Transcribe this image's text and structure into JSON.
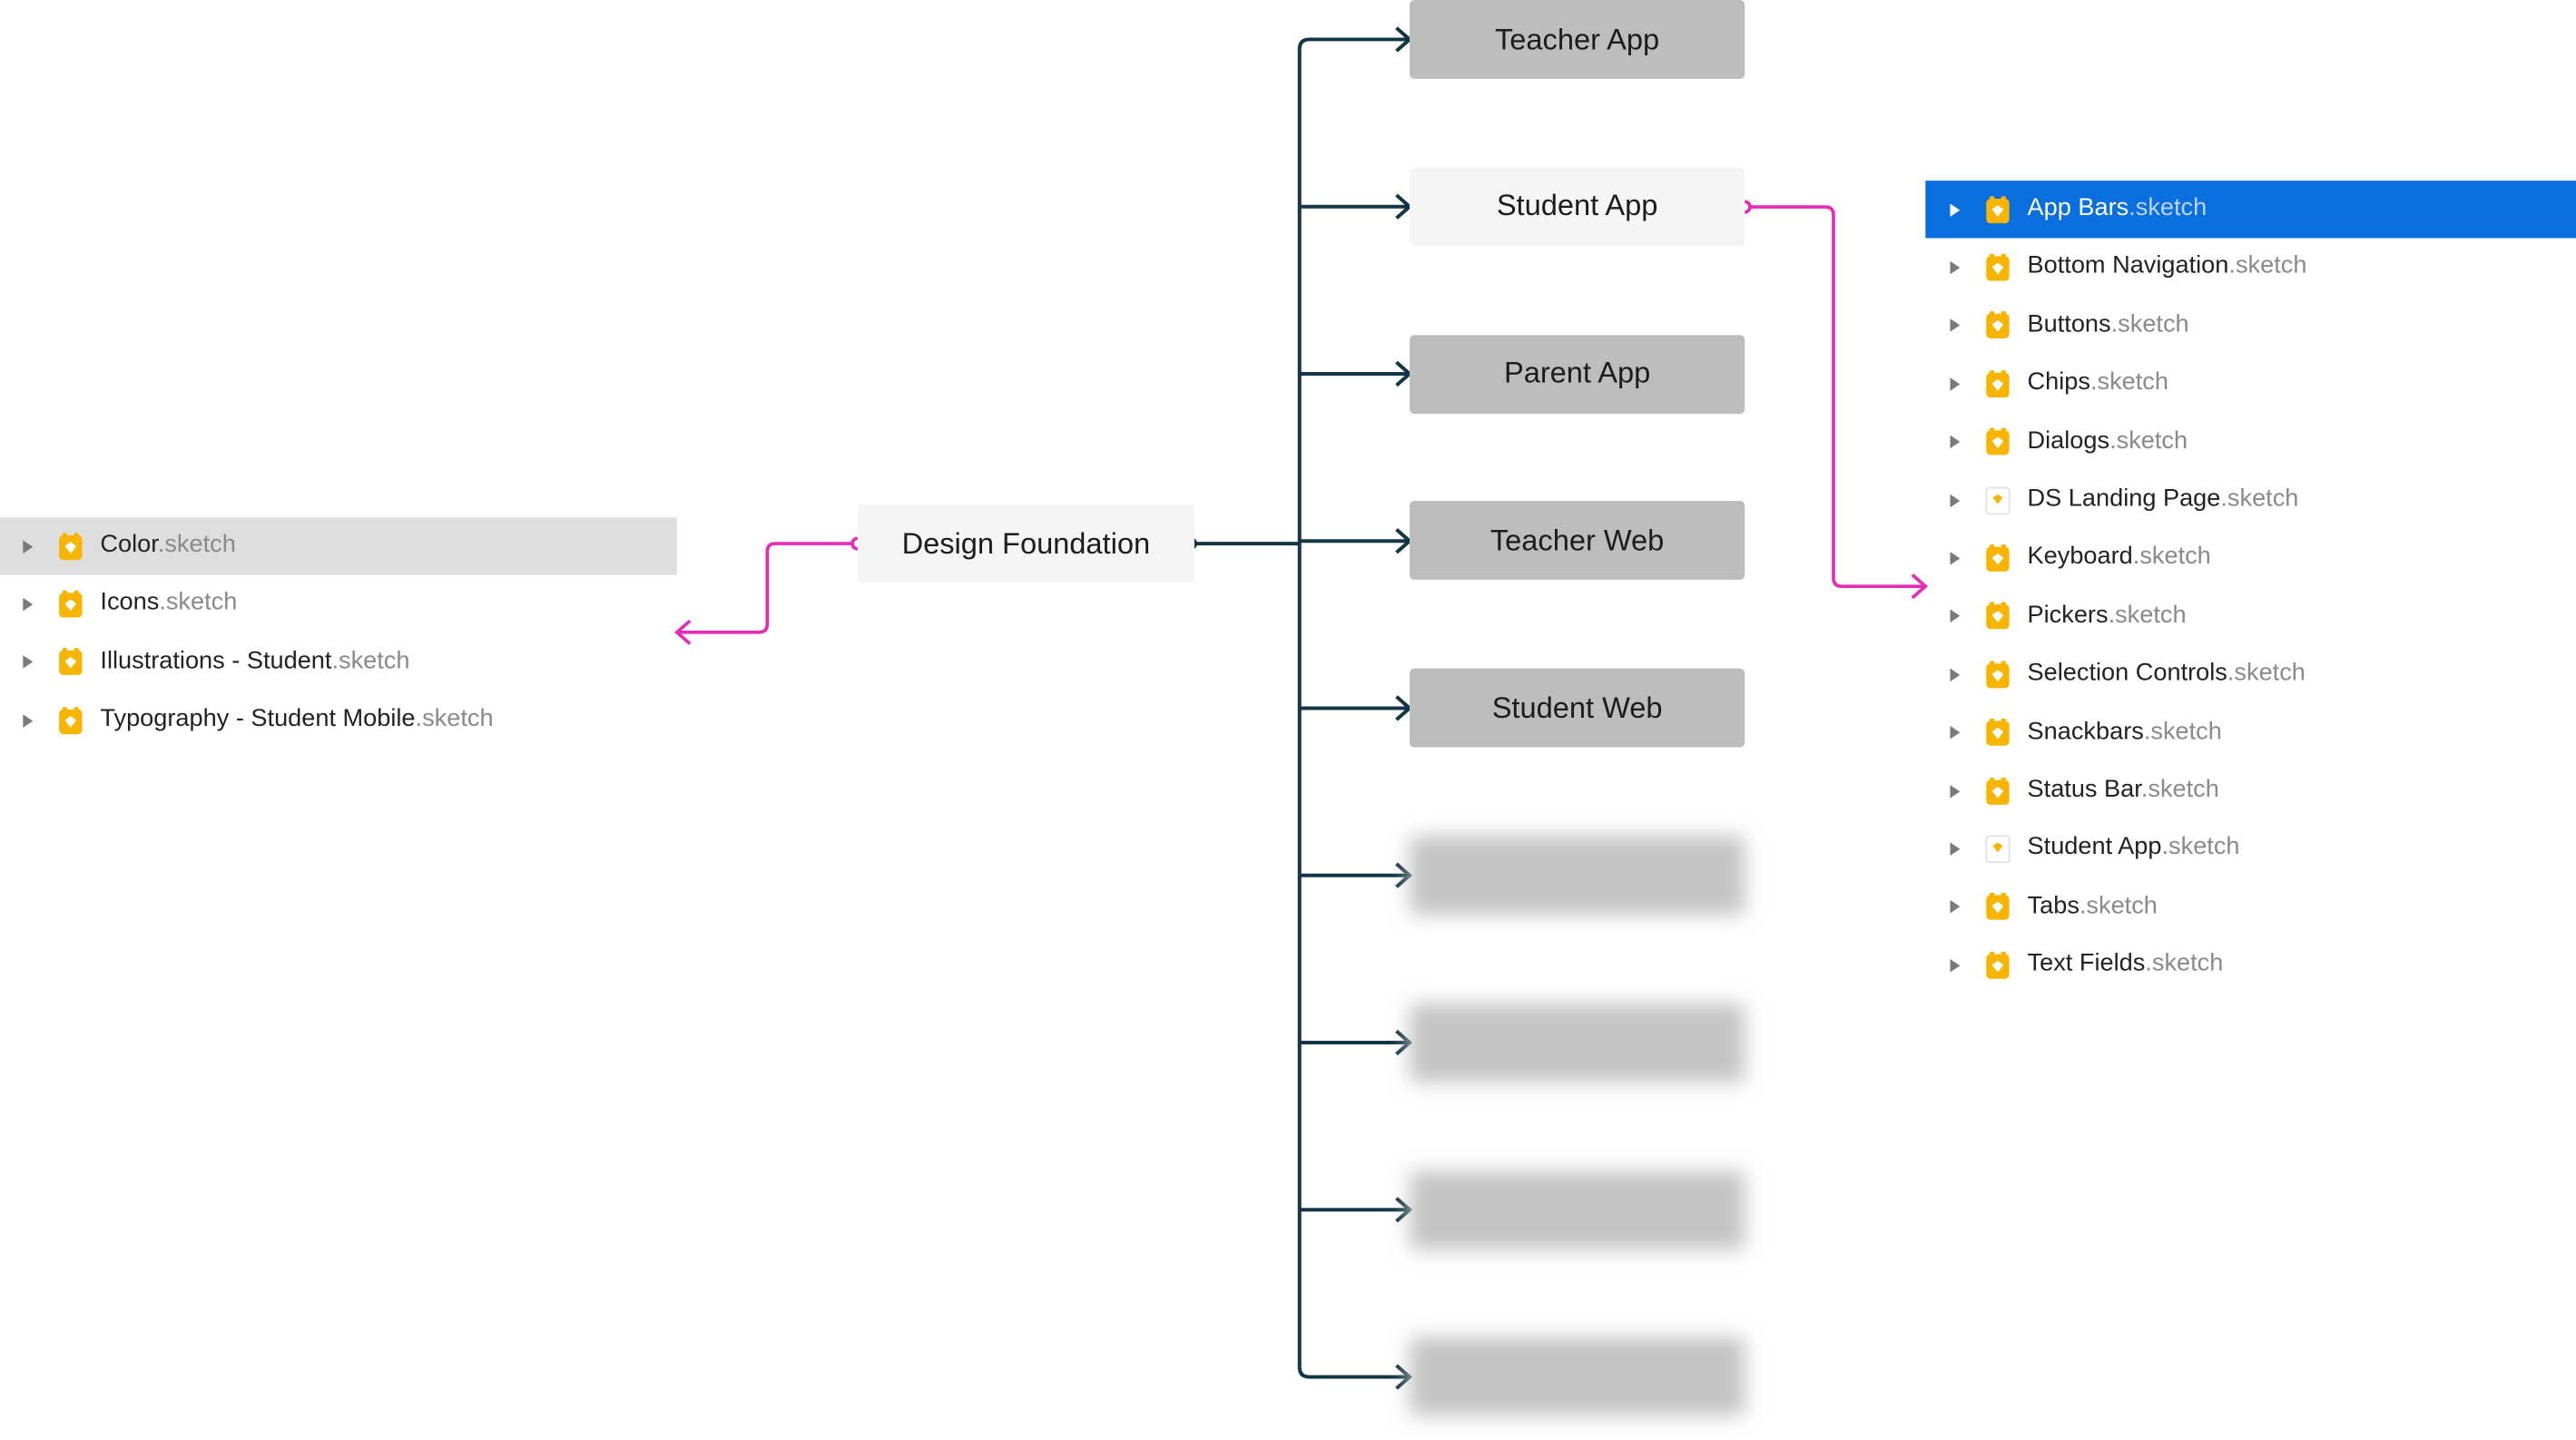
{
  "colors": {
    "tree_line": "#123646",
    "link_line": "#e52bb8",
    "node_dark": "#bdbdbd",
    "node_light": "#f5f5f5",
    "selected_blue": "#0a6fde",
    "selected_grey": "#dedede",
    "sketch_icon": "#f7b500"
  },
  "root": {
    "label": "Design Foundation"
  },
  "apps": [
    {
      "label": "Teacher App",
      "style": "dark"
    },
    {
      "label": "Student App",
      "style": "light"
    },
    {
      "label": "Parent App",
      "style": "dark"
    },
    {
      "label": "Teacher Web",
      "style": "dark"
    },
    {
      "label": "Student Web",
      "style": "dark"
    },
    {
      "label": "",
      "style": "blurred"
    },
    {
      "label": "",
      "style": "blurred"
    },
    {
      "label": "",
      "style": "blurred"
    },
    {
      "label": "",
      "style": "blurred"
    }
  ],
  "left_files": [
    {
      "name": "Color",
      "ext": ".sketch",
      "icon": "sketch-icon",
      "selected": "grey"
    },
    {
      "name": "Icons",
      "ext": ".sketch",
      "icon": "sketch-icon",
      "selected": ""
    },
    {
      "name": "Illustrations - Student",
      "ext": ".sketch",
      "icon": "sketch-icon",
      "selected": ""
    },
    {
      "name": "Typography - Student Mobile",
      "ext": ".sketch",
      "icon": "sketch-icon",
      "selected": ""
    }
  ],
  "right_files": [
    {
      "name": "App Bars",
      "ext": ".sketch",
      "icon": "sketch-icon",
      "selected": "blue"
    },
    {
      "name": "Bottom Navigation",
      "ext": ".sketch",
      "icon": "sketch-icon",
      "selected": ""
    },
    {
      "name": "Buttons",
      "ext": ".sketch",
      "icon": "sketch-icon",
      "selected": ""
    },
    {
      "name": "Chips",
      "ext": ".sketch",
      "icon": "sketch-icon",
      "selected": ""
    },
    {
      "name": "Dialogs",
      "ext": ".sketch",
      "icon": "sketch-icon",
      "selected": ""
    },
    {
      "name": "DS Landing Page",
      "ext": ".sketch",
      "icon": "sketch-doc-icon",
      "selected": ""
    },
    {
      "name": "Keyboard",
      "ext": ".sketch",
      "icon": "sketch-icon",
      "selected": ""
    },
    {
      "name": "Pickers",
      "ext": ".sketch",
      "icon": "sketch-icon",
      "selected": ""
    },
    {
      "name": "Selection Controls",
      "ext": ".sketch",
      "icon": "sketch-icon",
      "selected": ""
    },
    {
      "name": "Snackbars",
      "ext": ".sketch",
      "icon": "sketch-icon",
      "selected": ""
    },
    {
      "name": "Status Bar",
      "ext": ".sketch",
      "icon": "sketch-icon",
      "selected": ""
    },
    {
      "name": "Student App",
      "ext": ".sketch",
      "icon": "sketch-doc-icon",
      "selected": ""
    },
    {
      "name": "Tabs",
      "ext": ".sketch",
      "icon": "sketch-icon",
      "selected": ""
    },
    {
      "name": "Text Fields",
      "ext": ".sketch",
      "icon": "sketch-icon",
      "selected": ""
    }
  ]
}
